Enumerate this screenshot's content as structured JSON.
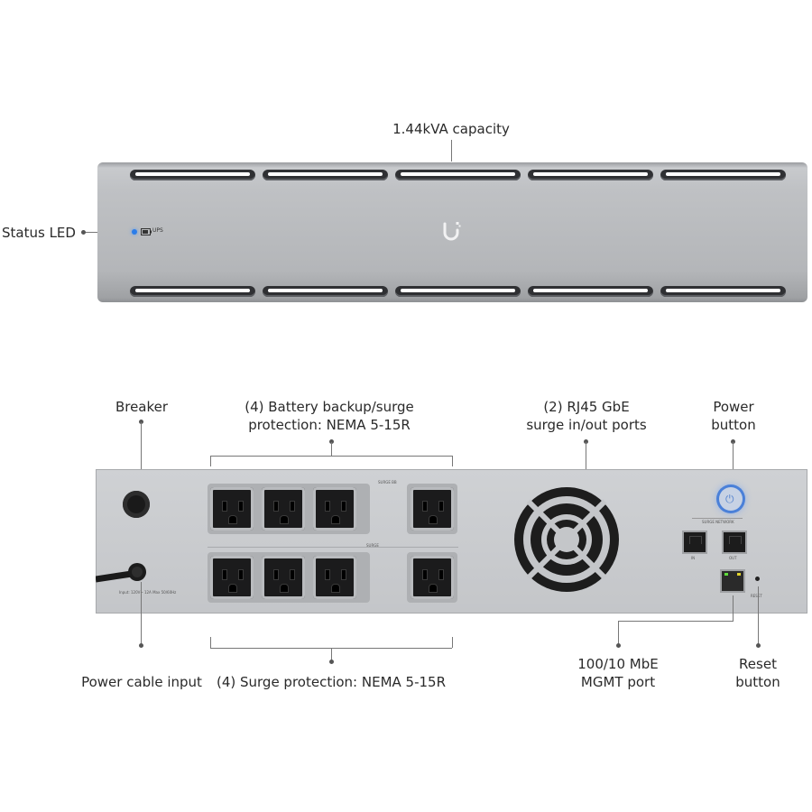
{
  "callouts": {
    "capacity": "1.44kVA capacity",
    "status_led": "Status LED",
    "breaker": "Breaker",
    "battery_outlets_line1": "(4) Battery backup/surge",
    "battery_outlets_line2": "protection: NEMA 5-15R",
    "rj45_line1": "(2) RJ45 GbE",
    "rj45_line2": "surge in/out ports",
    "power_button_line1": "Power",
    "power_button_line2": "button",
    "power_cable": "Power cable input",
    "surge_outlets": "(4) Surge protection: NEMA 5-15R",
    "mgmt_line1": "100/10 MbE",
    "mgmt_line2": "MGMT port",
    "reset_line1": "Reset",
    "reset_line2": "button"
  },
  "device_labels": {
    "ups_badge": "UPS",
    "surge_bb": "SURGE BB",
    "surge": "SURGE",
    "surge_network": "SURGE NETWORK",
    "port_in": "IN",
    "port_out": "OUT",
    "reset_small": "RESET",
    "input_rating": "Input: 120V~ 12A Max 50/60Hz"
  },
  "colors": {
    "status_led": "#2b7de9",
    "power_button_ring": "#4a80d8"
  },
  "icons": [
    "ubiquiti-logo-icon",
    "battery-icon",
    "power-icon",
    "fan-grille-icon"
  ]
}
